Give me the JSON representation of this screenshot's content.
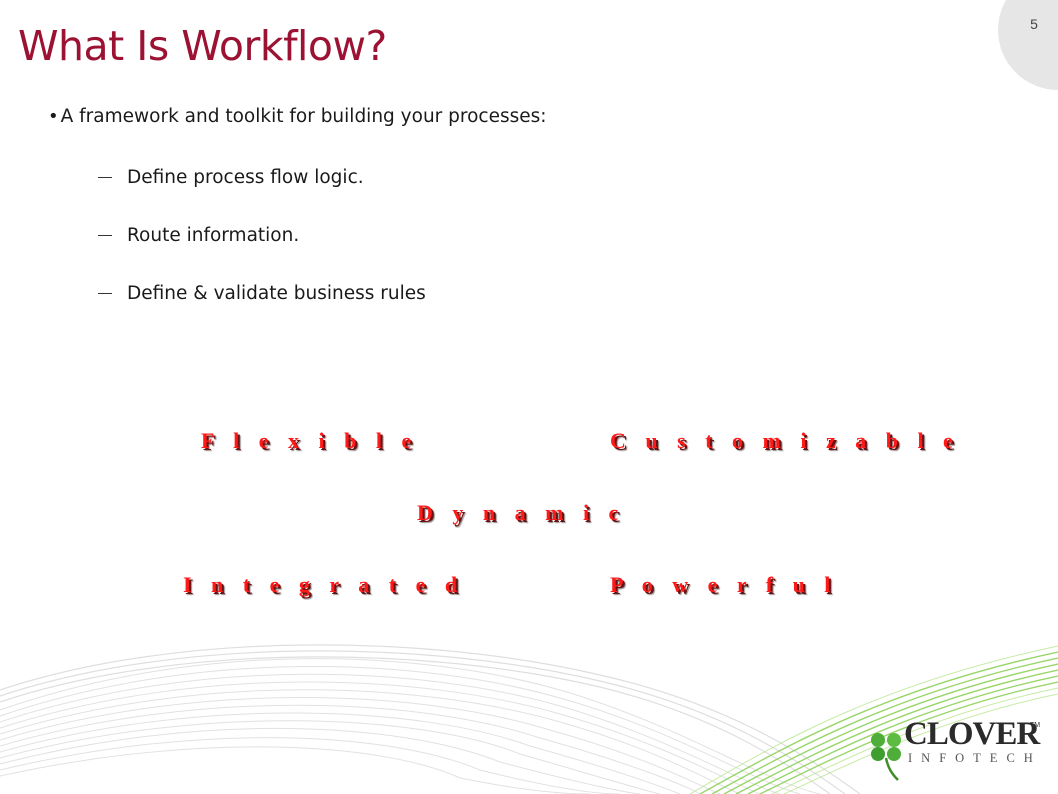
{
  "slide": {
    "page_number": "5",
    "title": "What Is Workflow?",
    "bullet": "A framework and toolkit for building your processes:",
    "sub_bullets": [
      "Define process flow logic.",
      "Route information.",
      "Define & validate business rules"
    ],
    "keywords": {
      "flexible": "F l e x i b l e",
      "customizable": "C u s t o m  i z a b l e",
      "dynamic": "D y n a m i c",
      "integrated": "I n t e g r a t e d",
      "powerful": "P o w e r f u l"
    }
  },
  "logo": {
    "name": "CLOVER",
    "trademark": "TM",
    "subtitle": "INFOTECH",
    "icon": "clover-leaf-icon"
  },
  "colors": {
    "title": "#9c1233",
    "keyword": "#ff1a1a",
    "wave_grey": "#c8c8c8",
    "wave_green": "#8fd25a"
  }
}
